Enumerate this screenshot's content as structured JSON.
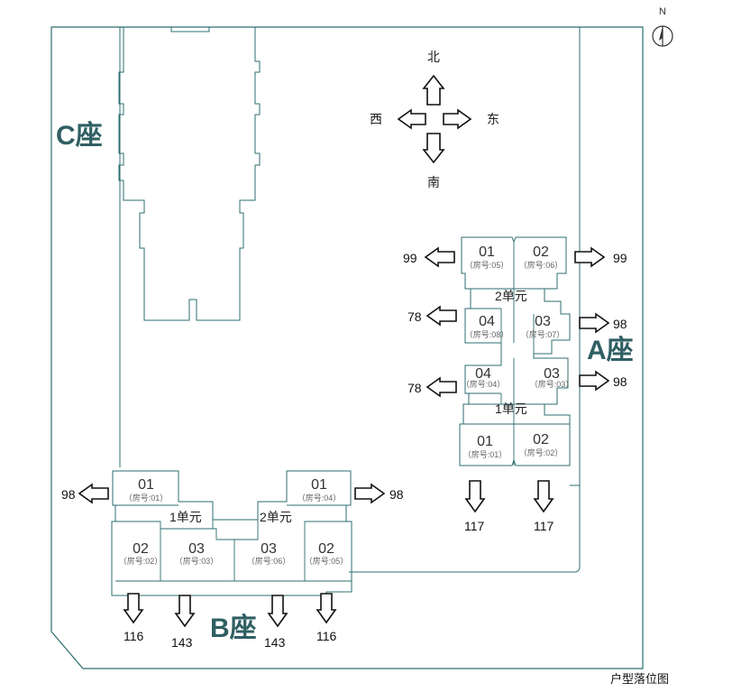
{
  "compass": {
    "north_letter": "N"
  },
  "directions": {
    "north": "北",
    "south": "南",
    "west": "西",
    "east": "东"
  },
  "blocks": {
    "C": {
      "label": "C座"
    },
    "A": {
      "label": "A座",
      "unit_labels": [
        "2单元",
        "1单元"
      ],
      "units": [
        {
          "no": "01",
          "room": "（房号:05）"
        },
        {
          "no": "02",
          "room": "（房号:06）"
        },
        {
          "no": "04",
          "room": "（房号:08）"
        },
        {
          "no": "03",
          "room": "（房号:07）"
        },
        {
          "no": "04",
          "room": "（房号:04）"
        },
        {
          "no": "03",
          "room": "（房号:03）"
        },
        {
          "no": "01",
          "room": "（房号:01）"
        },
        {
          "no": "02",
          "room": "（房号:02）"
        }
      ],
      "numbers": [
        "99",
        "99",
        "78",
        "98",
        "78",
        "98",
        "117",
        "117"
      ]
    },
    "B": {
      "label": "B座",
      "unit_labels": [
        "1单元",
        "2单元"
      ],
      "units": [
        {
          "no": "01",
          "room": "（房号:01）"
        },
        {
          "no": "01",
          "room": "（房号:04）"
        },
        {
          "no": "02",
          "room": "（房号:02）"
        },
        {
          "no": "03",
          "room": "（房号:03）"
        },
        {
          "no": "03",
          "room": "（房号:06）"
        },
        {
          "no": "02",
          "room": "（房号:05）"
        }
      ],
      "numbers": [
        "98",
        "98",
        "116",
        "143",
        "143",
        "116"
      ]
    }
  },
  "caption": "户型落位图",
  "colors": {
    "line": "#2c6e70",
    "text": "#2f5f63",
    "arrow": "#111111"
  }
}
